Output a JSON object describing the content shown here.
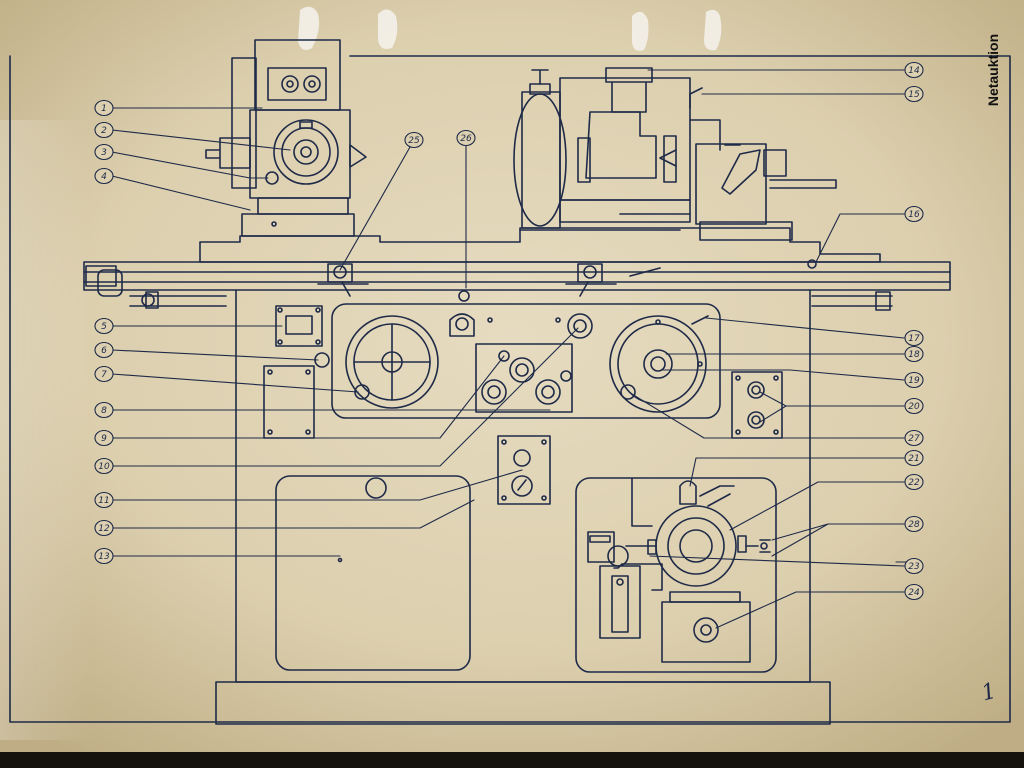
{
  "watermark": "Netauktion",
  "sheet_number": "1",
  "callouts": [
    "1",
    "2",
    "3",
    "4",
    "5",
    "6",
    "7",
    "8",
    "9",
    "10",
    "11",
    "12",
    "13",
    "14",
    "15",
    "16",
    "17",
    "18",
    "19",
    "20",
    "21",
    "22",
    "23",
    "24",
    "25",
    "26",
    "27",
    "28"
  ]
}
